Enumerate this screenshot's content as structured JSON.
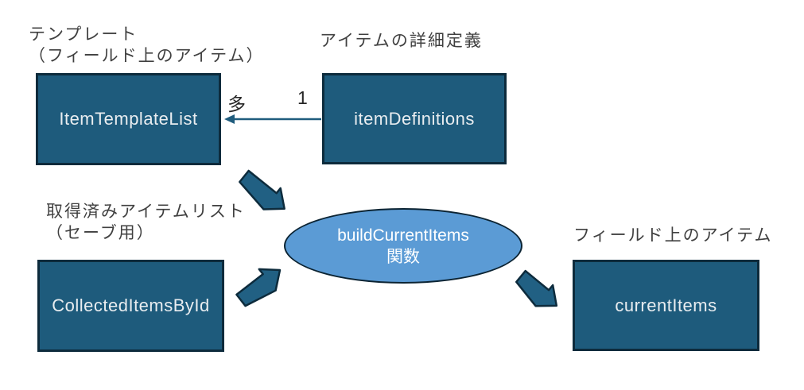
{
  "colors": {
    "box_fill": "#1E5B7C",
    "box_border": "#0D2B3C",
    "box_text": "#E9EDF0",
    "arrow_fill": "#216083",
    "arrow_border": "#0D2B3C",
    "ellipse_fill": "#5B9BD5",
    "ellipse_border": "#0C2433",
    "connector": "#1F5C7D",
    "caption_text": "#404040"
  },
  "nodes": {
    "item_template_list": {
      "caption": "テンプレート\n（フィールド上のアイテム）",
      "name": "ItemTemplateList"
    },
    "item_definitions": {
      "caption": "アイテムの詳細定義",
      "name": "itemDefinitions"
    },
    "collected_items_by_id": {
      "caption": "取得済みアイテムリスト\n（セーブ用）",
      "name": "CollectedItemsById"
    },
    "build_current_items": {
      "name": "buildCurrentItems\n関数"
    },
    "current_items": {
      "caption": "フィールド上のアイテム",
      "name": "currentItems"
    }
  },
  "relation": {
    "many": "多",
    "one": "1"
  }
}
